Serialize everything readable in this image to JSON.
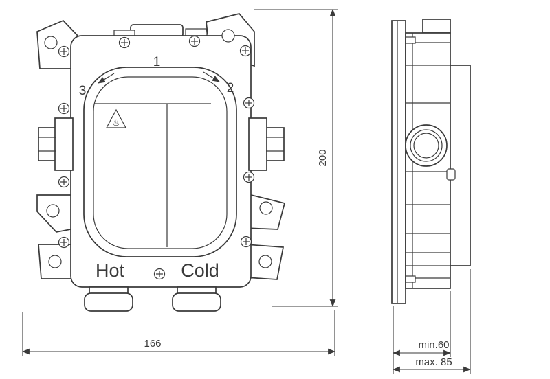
{
  "drawing": {
    "type": "technical-installation-drawing",
    "colors": {
      "line": "#3a3a3a",
      "background": "#ffffff"
    },
    "front_view": {
      "step_1": "1",
      "step_2": "2",
      "step_3": "3",
      "hot": "Hot",
      "cold": "Cold",
      "warning_icon": "♨"
    },
    "dimensions": {
      "width": "166",
      "height": "200",
      "depth_min": "min.60",
      "depth_max": "max. 85"
    }
  }
}
